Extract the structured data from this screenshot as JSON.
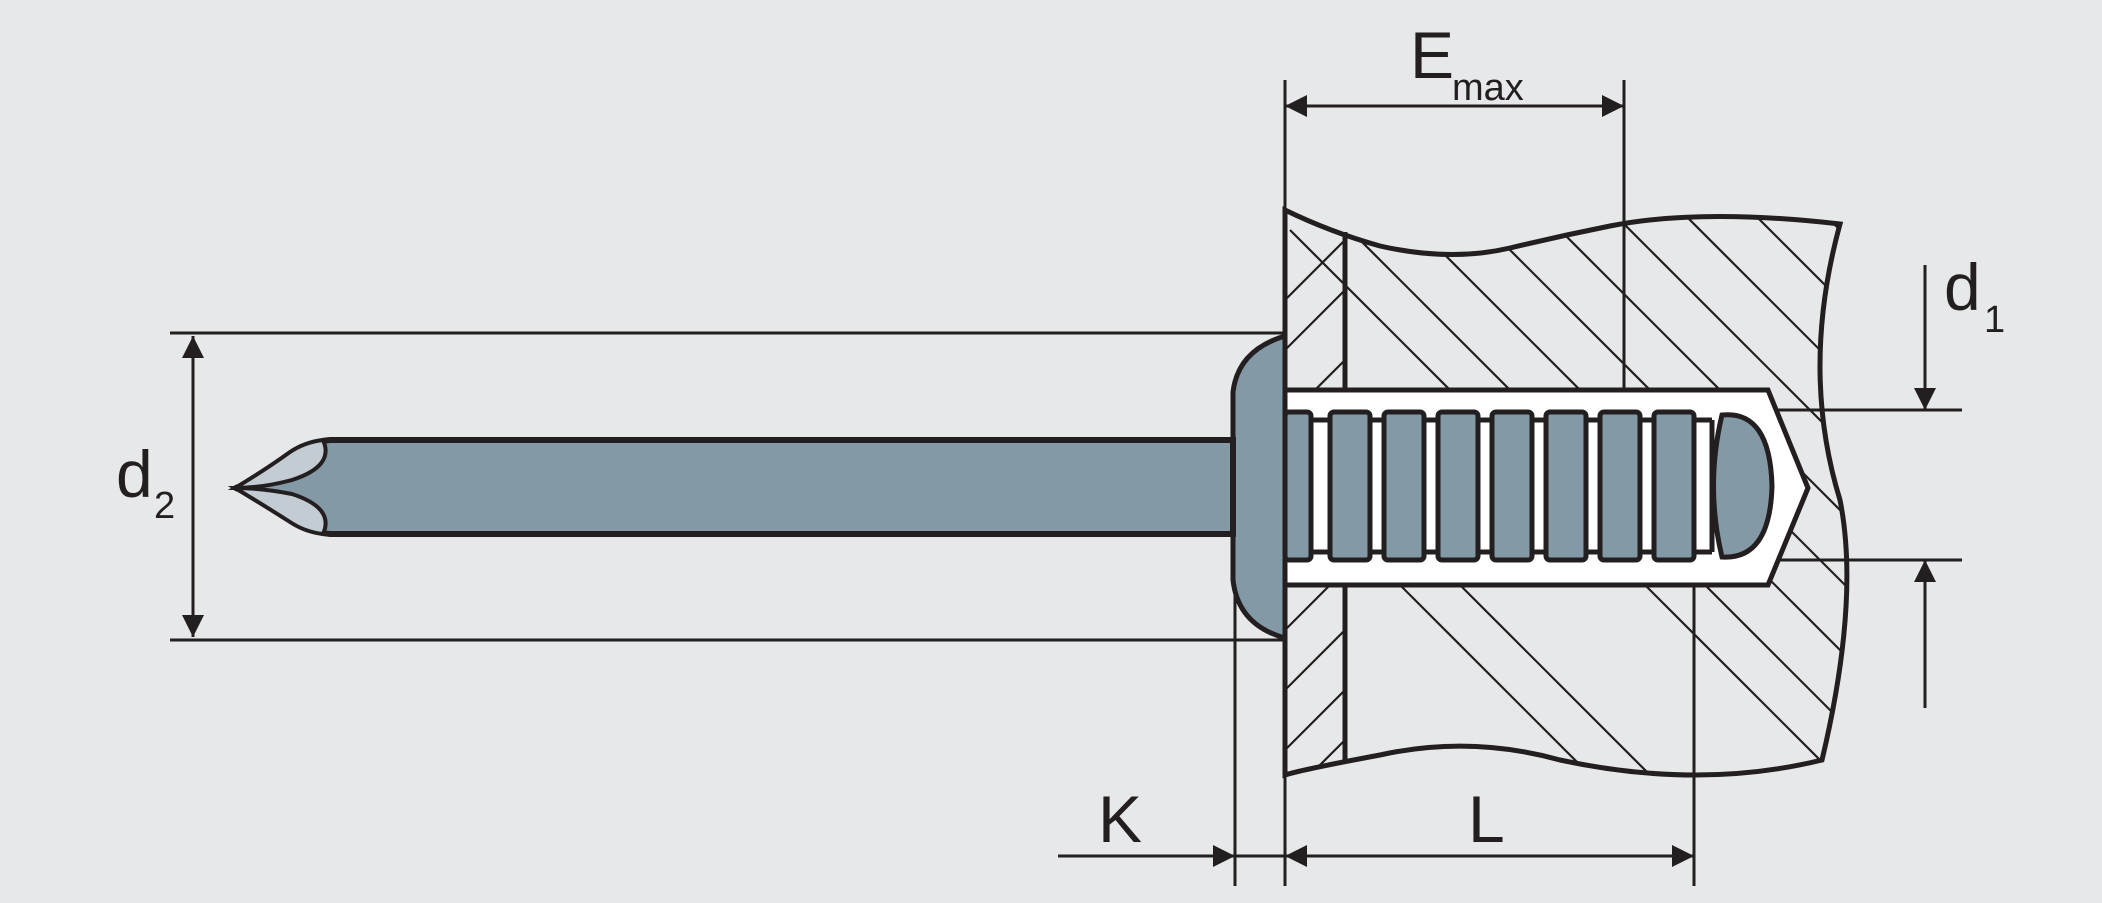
{
  "colors": {
    "background": "#e6e8ea",
    "line": "#231f20",
    "mandrel": "#8499a6",
    "mandrel_tip": "#c3ccd2",
    "hole": "#ffffff"
  },
  "labels": {
    "emax_main": "E",
    "emax_sub": "max",
    "d1_main": "d",
    "d1_sub": "1",
    "d2_main": "d",
    "d2_sub": "2",
    "k": "K",
    "l": "L"
  }
}
